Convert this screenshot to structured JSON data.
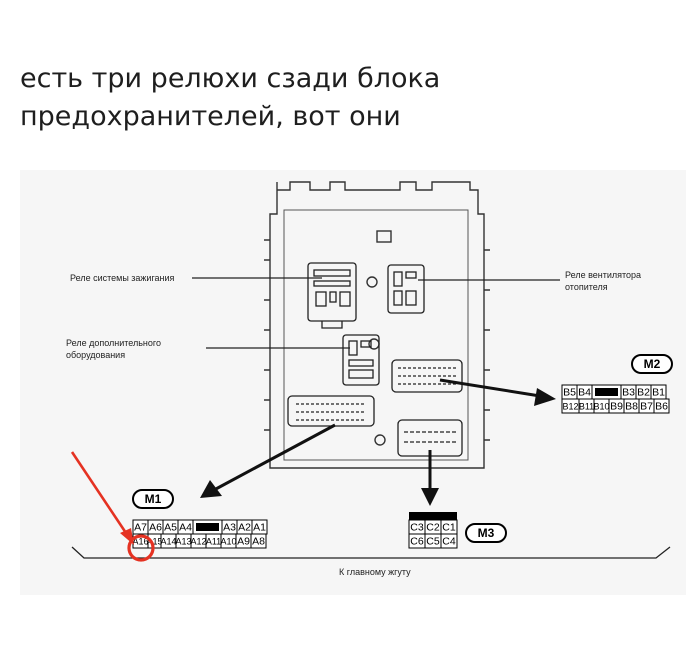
{
  "caption": {
    "line1": "есть три релюхи сзади блока",
    "line2": "предохранителей, вот они"
  },
  "diagram": {
    "labels": {
      "ignition_relay": "Реле системы зажигания",
      "fan_relay_line1": "Реле вентилятора",
      "fan_relay_line2": "отопителя",
      "accessory_relay_line1": "Реле дополнительного",
      "accessory_relay_line2": "оборудования",
      "main_harness": "К главному жгуту"
    },
    "connectors": {
      "m1": {
        "name": "M1",
        "row1": [
          "A7",
          "A6",
          "A5",
          "A4",
          "",
          "A3",
          "A2",
          "A1"
        ],
        "row2": [
          "A16",
          "A15",
          "A14",
          "A13",
          "A12",
          "A11",
          "A10",
          "A9",
          "A8"
        ]
      },
      "m2": {
        "name": "M2",
        "row1": [
          "B5",
          "B4",
          "",
          "B3",
          "B2",
          "B1"
        ],
        "row2": [
          "B12",
          "B11",
          "B10",
          "B9",
          "B8",
          "B7",
          "B6"
        ]
      },
      "m3": {
        "name": "M3",
        "row1": [
          "C3",
          "C2",
          "C1"
        ],
        "row2": [
          "C6",
          "C5",
          "C4"
        ]
      }
    },
    "annotation": {
      "highlight_color": "#e53222",
      "highlighted_pin": "A16"
    }
  }
}
